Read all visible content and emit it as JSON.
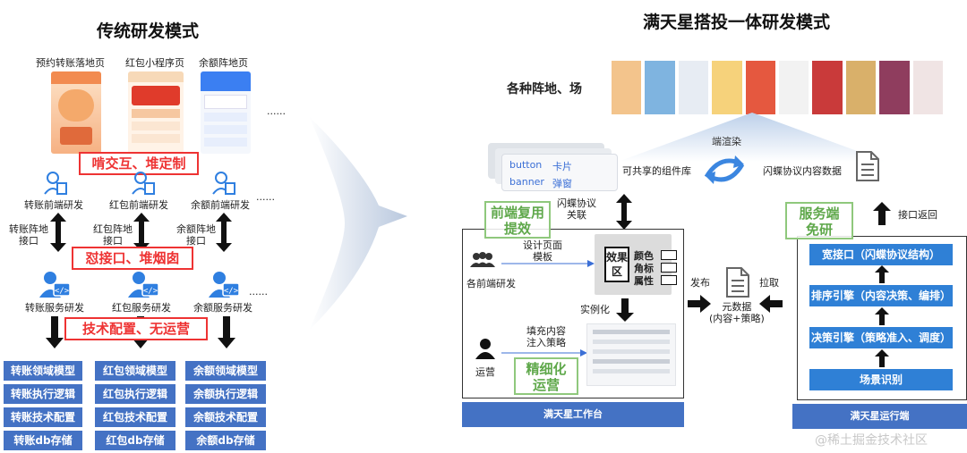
{
  "left": {
    "title": "传统研发模式",
    "pages": [
      "预约转账落地页",
      "红包小程序页",
      "余额阵地页"
    ],
    "ellipsis": "......",
    "tag_interaction": "啃交互、堆定制",
    "frontend": [
      "转账前端研发",
      "红包前端研发",
      "余额前端研发"
    ],
    "interfaces": [
      "转账阵地\n接口",
      "红包阵地\n接口",
      "余额阵地\n接口"
    ],
    "tag_interface": "怼接口、堆烟囱",
    "backend": [
      "转账服务研发",
      "红包服务研发",
      "余额服务研发"
    ],
    "tag_config": "技术配置、无运营",
    "columns": [
      [
        "转账领域模型",
        "转账执行逻辑",
        "转账技术配置",
        "转账db存储"
      ],
      [
        "红包领域模型",
        "红包执行逻辑",
        "红包技术配置",
        "红包db存储"
      ],
      [
        "余额领域模型",
        "余额执行逻辑",
        "余额技术配置",
        "余额db存储"
      ]
    ]
  },
  "right": {
    "title": "满天星搭投一体研发模式",
    "scenes_label": "各种阵地、场",
    "render_label": "端渲染",
    "components": {
      "button": "button",
      "card": "卡片",
      "banner": "banner",
      "popup": "弹窗"
    },
    "component_lib": "可共享的组件库",
    "protocol_data": "闪蝶协议内容数据",
    "tag_frontend_reuse": "前端复用\n提效",
    "protocol_link": "闪蝶协议\n关联",
    "design_template": "设计页面\n模板",
    "frontend_devs": "各前端研发",
    "effect_area": "效果\n区",
    "attrs": [
      "颜色",
      "角标",
      "属性"
    ],
    "instantiate": "实例化",
    "fill_content": "填充内容\n注入策略",
    "ops": "运营",
    "tag_ops": "精细化\n运营",
    "workbench": "满天星工作台",
    "publish": "发布",
    "pull": "拉取",
    "metadata": "元数据\n(内容+策略)",
    "interface_return": "接口返回",
    "tag_server": "服务端\n免研",
    "flow": [
      "宽接口（闪蝶协议结构）",
      "排序引擎（内容决策、编排）",
      "决策引擎（策略准入、调度）",
      "场景识别"
    ],
    "runtime": "满天星运行端",
    "watermark": "@稀土掘金技术社区"
  }
}
